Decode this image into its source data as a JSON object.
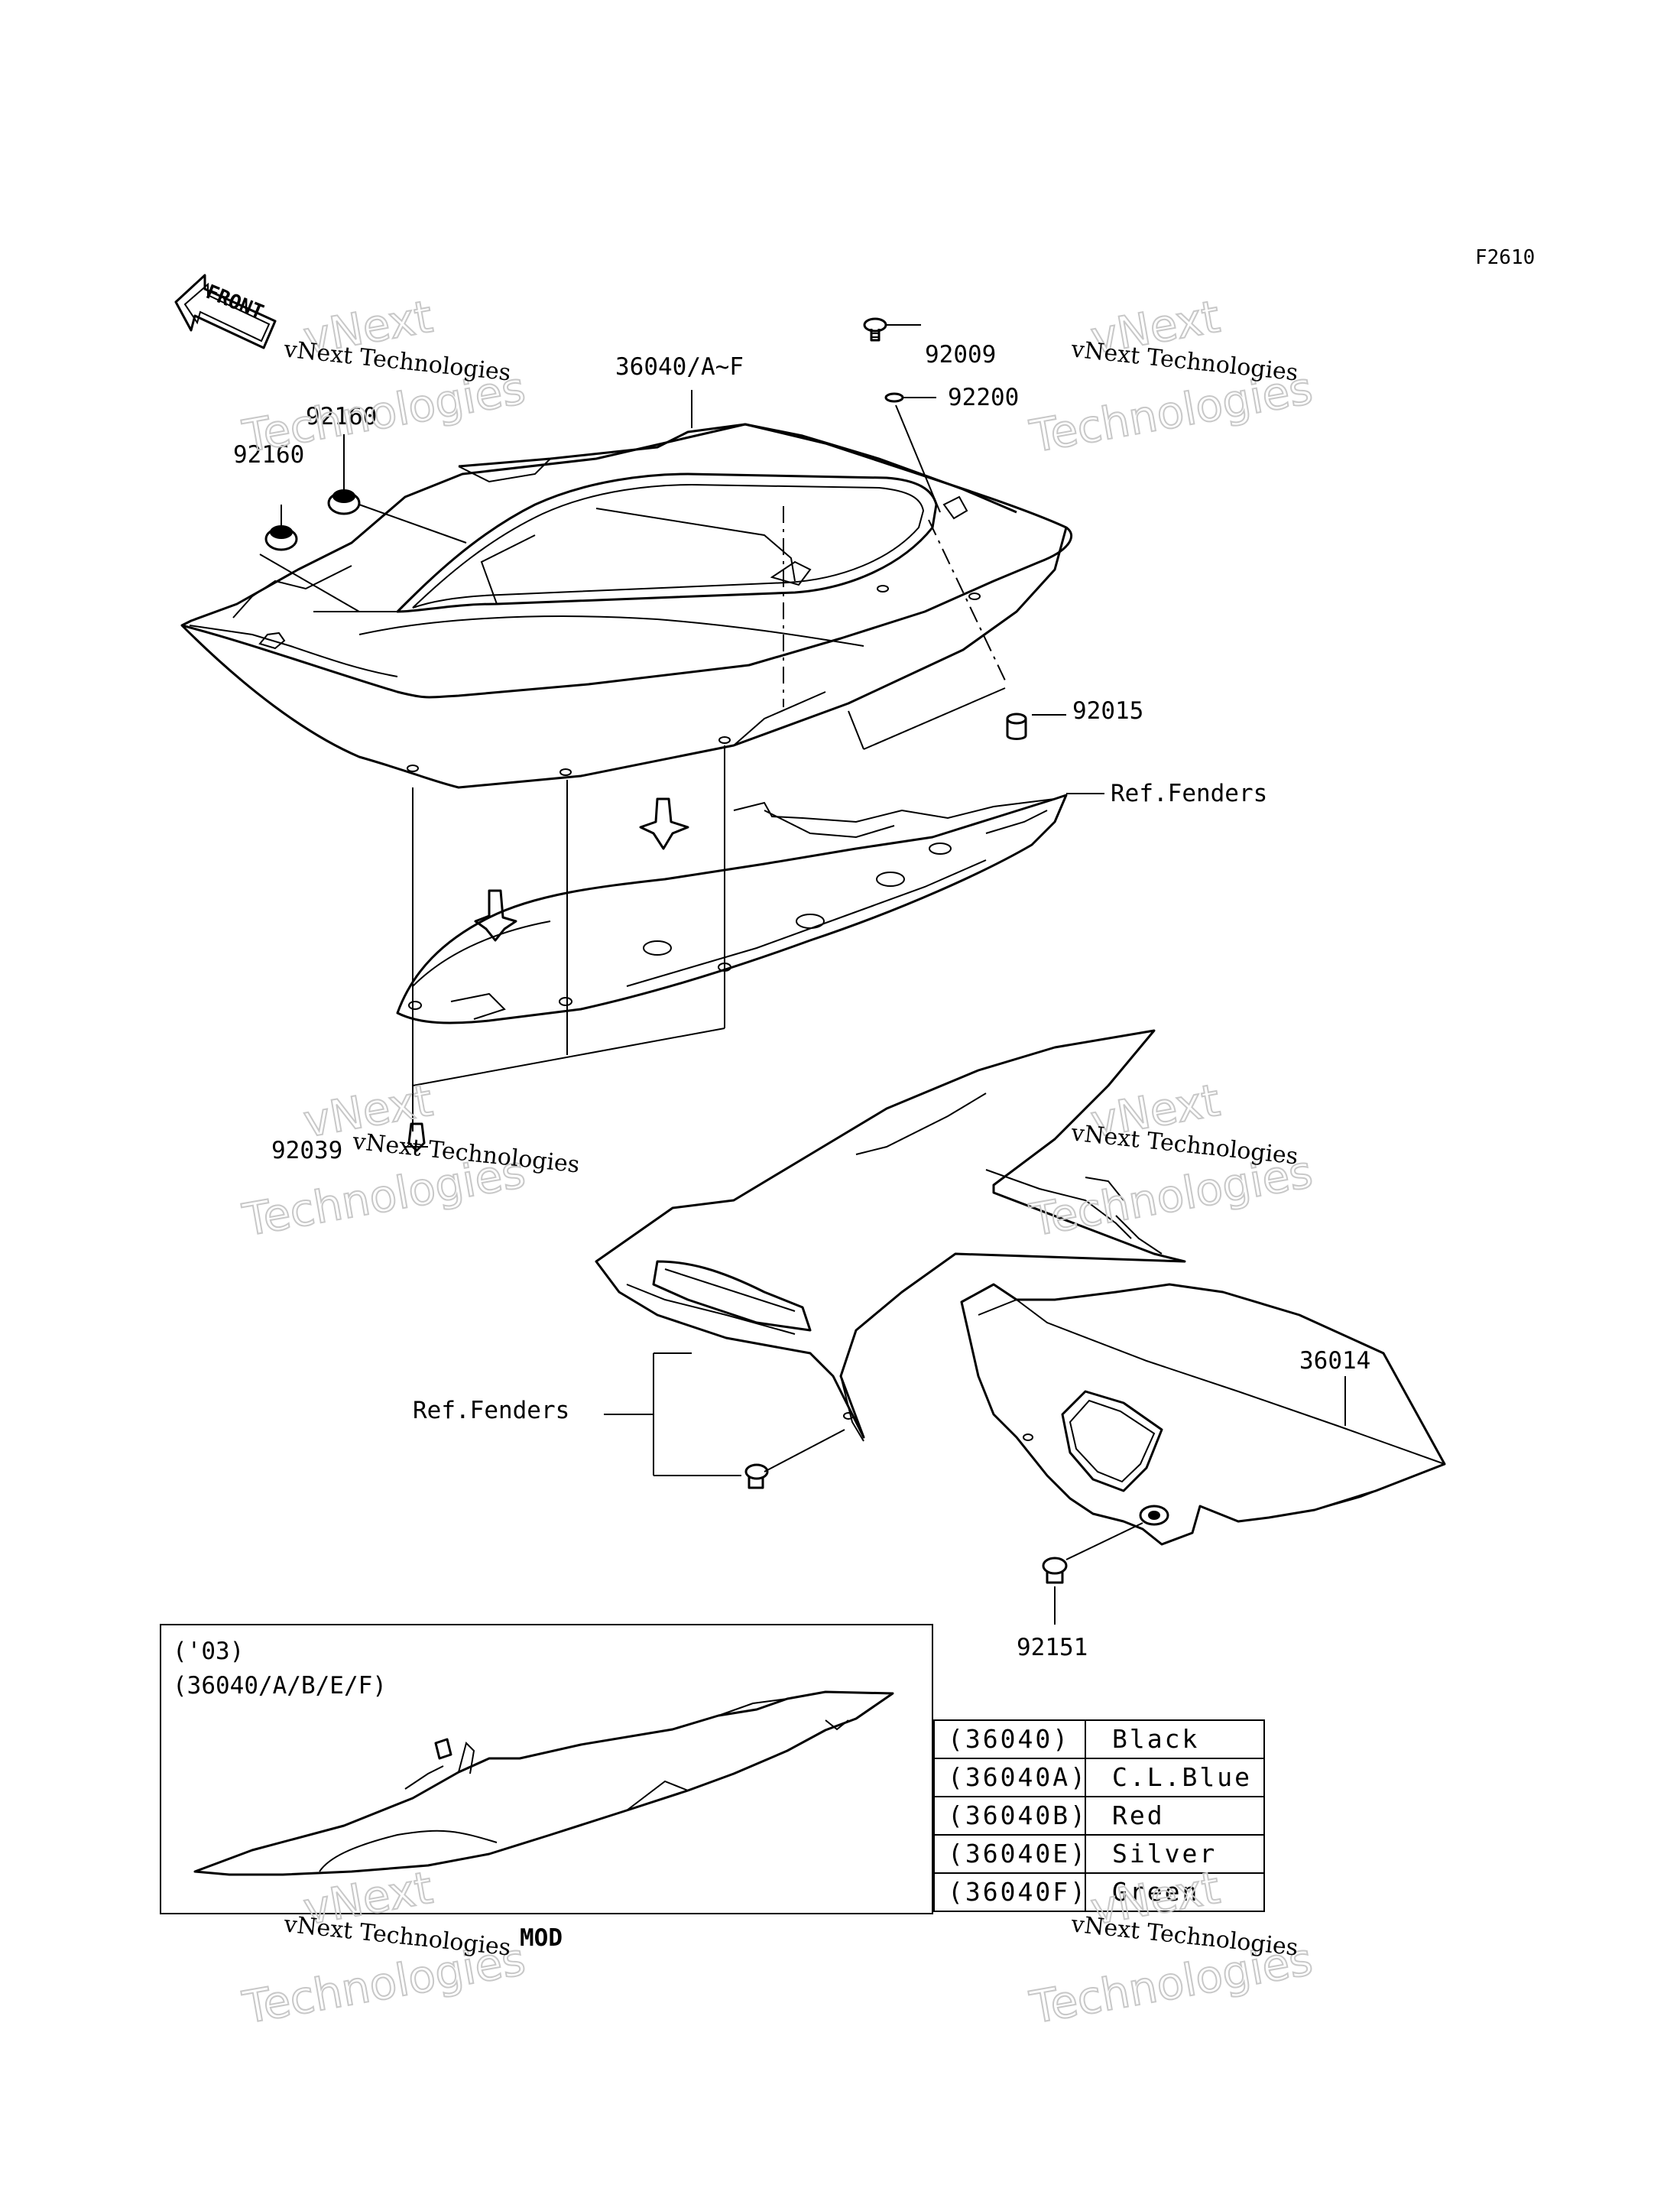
{
  "figure_code": "F2610",
  "front_arrow_label": "FRONT",
  "callouts": {
    "seat_cover": "36040/A~F",
    "grommet_a": "92160",
    "grommet_b": "92160",
    "bolt_top": "92009",
    "washer_top": "92200",
    "nut_right": "92015",
    "ref_fenders_upper": "Ref.Fenders",
    "clip_lower": "92039",
    "cover_right": "36014",
    "ref_fenders_lower": "Ref.Fenders",
    "bolt_lower": "92151"
  },
  "inset": {
    "year": "('03)",
    "parts": "(36040/A/B/E/F)"
  },
  "color_table": [
    {
      "code": "(36040)",
      "color": "Black"
    },
    {
      "code": "(36040A)",
      "color": "C.L.Blue"
    },
    {
      "code": "(36040B)",
      "color": "Red"
    },
    {
      "code": "(36040E)",
      "color": "Silver"
    },
    {
      "code": "(36040F)",
      "color": "Green"
    }
  ],
  "footer_note": "MOD",
  "watermark": {
    "line1": "vNext Technologies",
    "line2": "vNext",
    "line3": "Technologies"
  }
}
